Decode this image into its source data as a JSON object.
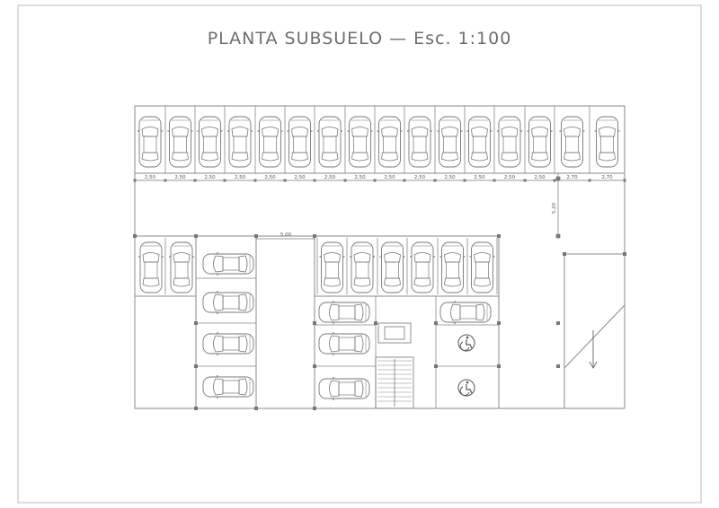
{
  "drawing": {
    "title": "PLANTA SUBSUELO — Esc. 1:100"
  },
  "dimensions": {
    "top_row_widths": [
      "2,50",
      "2,50",
      "2,50",
      "2,50",
      "2,50",
      "2,50",
      "2,50",
      "2,50",
      "2,50",
      "2,50",
      "2,50",
      "2,50",
      "2,50",
      "2,50",
      "2,70",
      "2,70"
    ],
    "aisle_width": "5,00",
    "right_height": "5,20"
  },
  "colors": {
    "line": "#8a8a8a",
    "text": "#6e6e6e"
  },
  "icons": {
    "vehicle": "car-top-view-icon",
    "accessible": "wheelchair-icon",
    "stairs": "stairs-icon",
    "ramp_arrow": "arrow-down-icon"
  }
}
